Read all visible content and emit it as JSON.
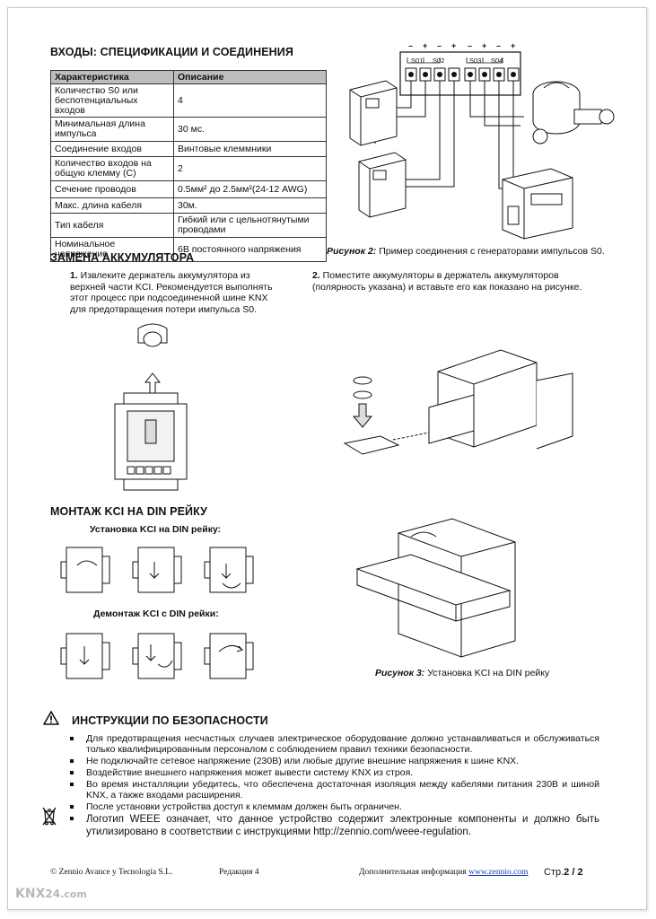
{
  "section_inputs": {
    "title": "ВХОДЫ: СПЕЦИФИКАЦИИ И СОЕДИНЕНИЯ"
  },
  "spec_table": {
    "headers": [
      "Характеристика",
      "Описание"
    ],
    "rows": [
      [
        "Количество S0 или беспотенциальных входов",
        "4"
      ],
      [
        "Минимальная длина импульса",
        "30 мс."
      ],
      [
        "Соединение входов",
        "Винтовые клеммники"
      ],
      [
        "Количество входов на общую клемму (C)",
        "2"
      ],
      [
        "Сечение проводов",
        "0.5мм² до 2.5мм²(24-12 AWG)"
      ],
      [
        "Макс. длина кабеля",
        "30м."
      ],
      [
        "Тип кабеля",
        "Гибкий или с цельнотянутыми проводами"
      ],
      [
        "Номинальное напряжение",
        "6В постоянного напряжения"
      ]
    ]
  },
  "figure2": {
    "terminal_signs": [
      "–",
      "+",
      "–",
      "+",
      "–",
      "+",
      "–",
      "+"
    ],
    "terminal_labels": [
      "S01",
      "S02",
      "S03",
      "S04"
    ],
    "caption_label": "Рисунок 2:",
    "caption_text": " Пример соединения с генераторами импульсов S0."
  },
  "battery": {
    "title": "ЗАМЕНА АККУМУЛЯТОРА",
    "step1_num": "1.",
    "step1_text": " Извлеките держатель аккумулятора из верхней части KCI. Рекомендуется выполнять этот процесс при подсоединенной шине KNX для предотвращения потери импульса S0.",
    "step2_num": "2.",
    "step2_text": " Поместите аккумуляторы в держатель аккумуляторов (полярность указана) и вставьте его как показано на рисунке."
  },
  "din": {
    "title": "МОНТАЖ KCI НА DIN РЕЙКУ",
    "install_label": "Установка KCI на DIN рейку:",
    "remove_label": "Демонтаж KCI с DIN рейки:",
    "caption_label": "Рисунок 3:",
    "caption_text": " Установка KCI на DIN рейку"
  },
  "safety": {
    "title": "ИНСТРУКЦИИ ПО БЕЗОПАСНОСТИ",
    "items": [
      "Для предотвращения несчастных случаев электрическое оборудование должно устанавливаться и обслуживаться только квалифицированным персоналом с соблюдением правил техники безопасности.",
      "Не подключайте сетевое напряжение (230В) или любые другие внешние напряжения к шине KNX.",
      "Воздействие внешнего напряжения может вывести систему KNX из строя.",
      "Во время инсталляции убедитесь, что обеспечена достаточная изоляция между кабелями питания 230В и шиной KNX, а также входами расширения.",
      "После установки устройства доступ к клеммам должен быть ограничен.",
      "Логотип WEEE означает, что данное устройство содержит электронные компоненты и должно быть утилизировано в соответствии с инструкциями http://zennio.com/weee-regulation."
    ]
  },
  "footer": {
    "company": "© Zennio Avance y Tecnología S.L.",
    "revision": "Редакция 4",
    "more_info": "Дополнительная информация ",
    "link": "www.zennio.com",
    "page_prefix": "Стр.",
    "page": "2 / 2"
  },
  "watermark": {
    "text_a": "KNX",
    "text_b": "24",
    "text_c": ".com"
  },
  "colors": {
    "table_header": "#bdbdbd",
    "link": "#1a3ea8",
    "watermark": "#b8b8b8"
  }
}
